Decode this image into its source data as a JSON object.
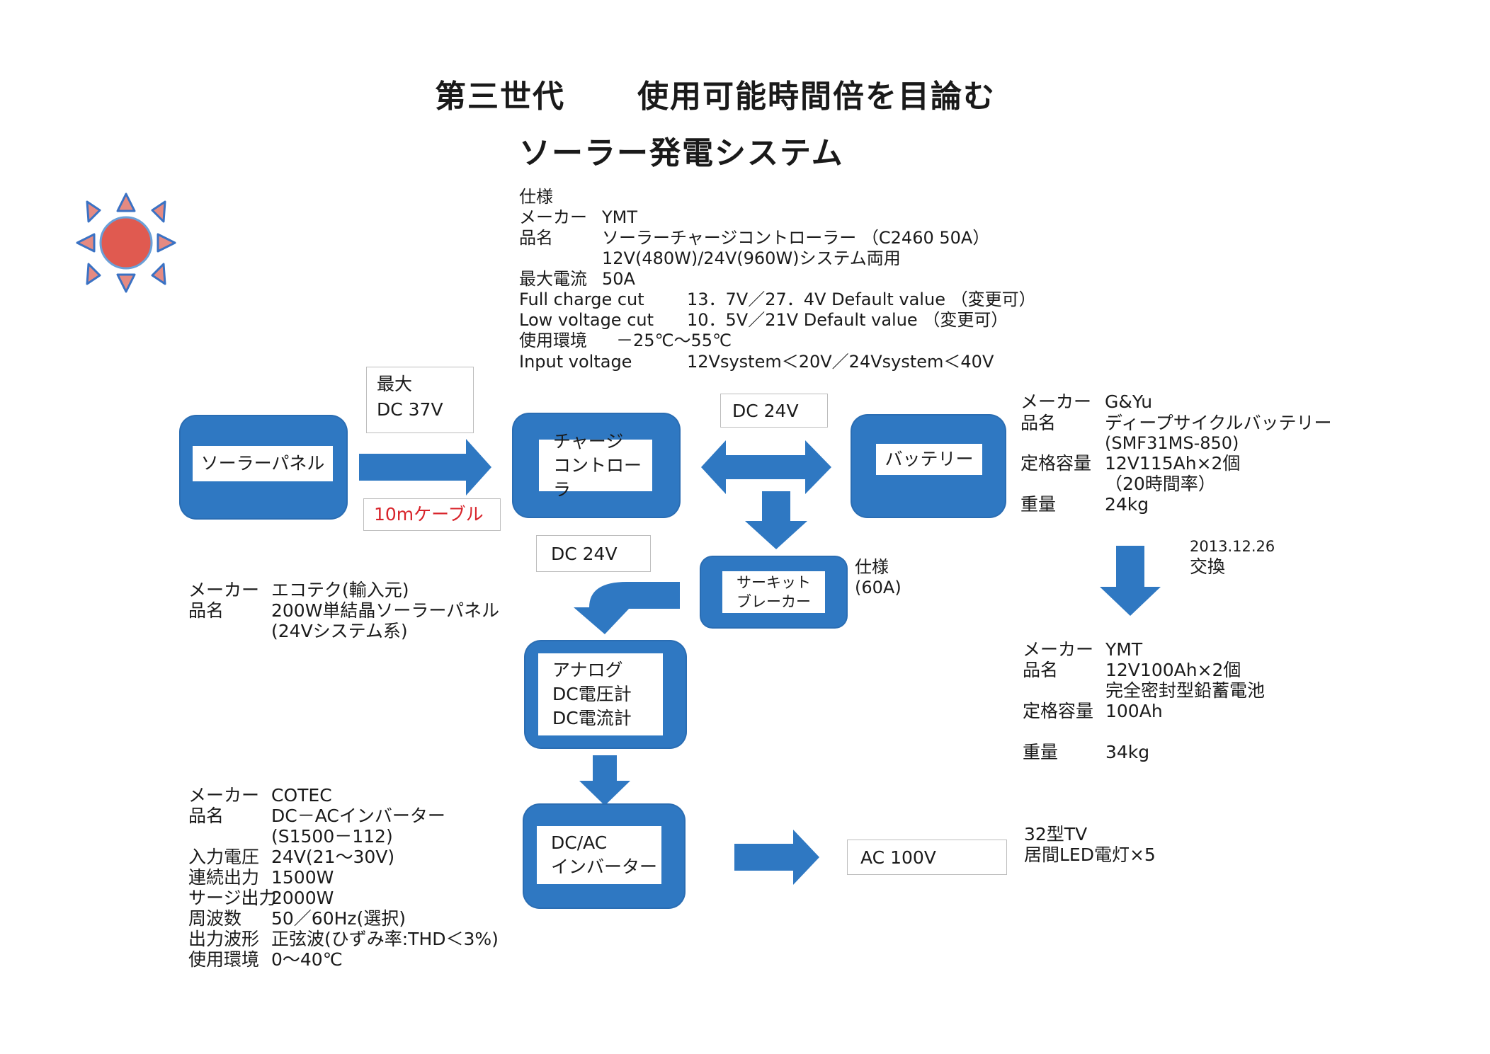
{
  "title": {
    "line1_left": "第三世代",
    "line1_right": "使用可能時間倍を目論む",
    "line2": "ソーラー発電システム"
  },
  "controller_spec": {
    "heading": "仕様",
    "rows": [
      {
        "label": "メーカー",
        "value": "YMT"
      },
      {
        "label": "品名",
        "value": "ソーラーチャージコントローラー （C2460 50A）"
      },
      {
        "label": "",
        "value": "12V(480W)/24V(960W)システム両用"
      },
      {
        "label": "最大電流",
        "value": "50A"
      },
      {
        "label": "Full charge cut",
        "value": "13．7V／27．4V Default value （変更可）"
      },
      {
        "label": "Low voltage cut",
        "value": "10．5V／21V Default value （変更可）"
      },
      {
        "label": "使用環境",
        "value": "－25℃～55℃"
      },
      {
        "label": "Input voltage",
        "value": "12Vsystem＜20V／24Vsystem＜40V"
      }
    ]
  },
  "blocks": {
    "solar_panel": "ソーラーパネル",
    "charge_controller": [
      "チャージ",
      "コントローラ"
    ],
    "battery": "バッテリー",
    "circuit_breaker": [
      "サーキット",
      "ブレーカー"
    ],
    "meter": [
      "アナログ",
      "DC電圧計",
      "DC電流計"
    ],
    "inverter": [
      "DC/AC",
      "インバーター"
    ]
  },
  "labels": {
    "max_voltage": [
      "最大",
      "DC 37V"
    ],
    "cable": "10mケーブル",
    "dc24_top": "DC 24V",
    "dc24_mid": "DC 24V",
    "ac100": "AC 100V",
    "breaker_spec": [
      "仕様",
      "(60A)"
    ]
  },
  "panel_spec": {
    "rows": [
      {
        "label": "メーカー",
        "value": "エコテク(輸入元)"
      },
      {
        "label": "品名",
        "value": "200W単結晶ソーラーパネル"
      },
      {
        "label": "",
        "value": "(24Vシステム系)"
      }
    ]
  },
  "battery_spec": {
    "rows": [
      {
        "label": "メーカー",
        "value": "G&Yu"
      },
      {
        "label": "品名",
        "value": "ディープサイクルバッテリー"
      },
      {
        "label": "",
        "value": "(SMF31MS-850)"
      },
      {
        "label": "定格容量",
        "value": "12V115Ah×2個"
      },
      {
        "label": "",
        "value": "（20時間率）"
      },
      {
        "label": "重量",
        "value": "24kg"
      }
    ]
  },
  "exchange": {
    "date": "2013.12.26",
    "text": "交換"
  },
  "new_battery_spec": {
    "rows": [
      {
        "label": "メーカー",
        "value": "YMT"
      },
      {
        "label": "品名",
        "value": "12V100Ah×2個"
      },
      {
        "label": "",
        "value": "完全密封型鉛蓄電池"
      },
      {
        "label": "定格容量",
        "value": "100Ah"
      },
      {
        "label": "重量",
        "value": "34kg"
      }
    ]
  },
  "inverter_spec": {
    "rows": [
      {
        "label": "メーカー",
        "value": "COTEC"
      },
      {
        "label": "品名",
        "value": "DC－ACインバーター"
      },
      {
        "label": "",
        "value": "(S1500－112)"
      },
      {
        "label": "入力電圧",
        "value": "24V(21～30V)"
      },
      {
        "label": "連続出力",
        "value": "1500W"
      },
      {
        "label": "サージ出力",
        "value": "2000W"
      },
      {
        "label": "周波数",
        "value": "50／60Hz(選択)"
      },
      {
        "label": "出力波形",
        "value": "正弦波(ひずみ率:THD＜3%)"
      },
      {
        "label": "使用環境",
        "value": "0～40℃"
      }
    ]
  },
  "load": [
    "32型TV",
    "居間LED電灯×5"
  ],
  "colors": {
    "block_blue": "#2f78c2",
    "sun_body": "#e05a50",
    "sun_rays": "#3a72c4",
    "cable_red": "#d8232a"
  },
  "icons": [
    "sun-icon"
  ]
}
